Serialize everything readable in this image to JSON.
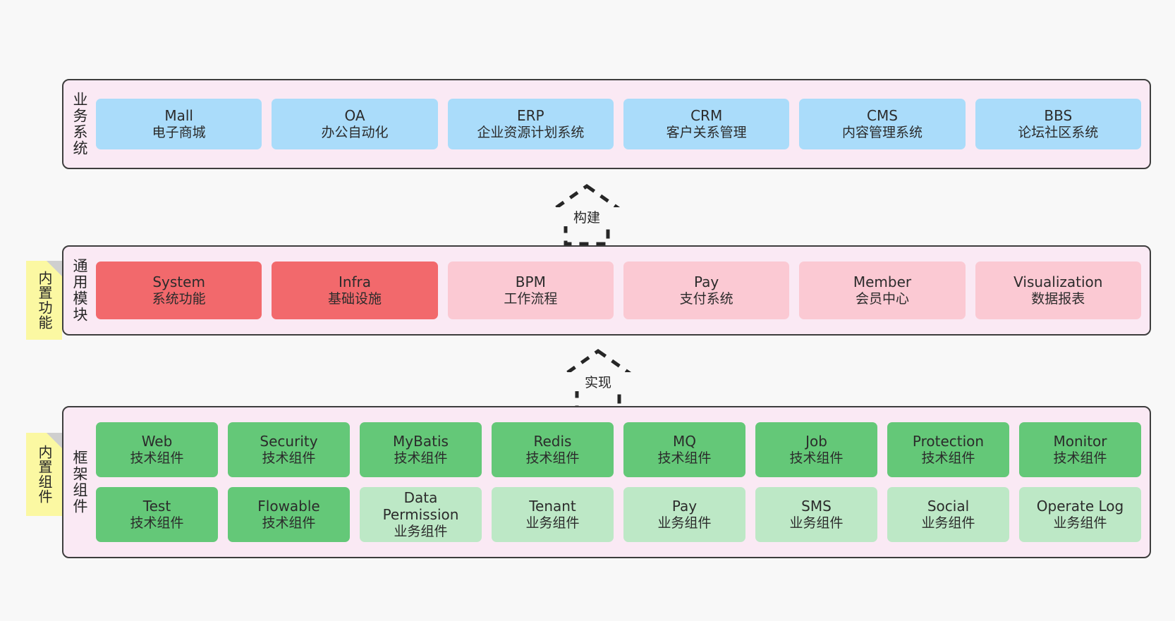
{
  "layers": [
    {
      "id": "business",
      "label": "业务系统",
      "rows": [
        {
          "cells": [
            {
              "en": "Mall",
              "cn": "电子商城",
              "color": "#aadcfa",
              "style": "c-blue"
            },
            {
              "en": "OA",
              "cn": "办公自动化",
              "color": "#aadcfa",
              "style": "c-blue"
            },
            {
              "en": "ERP",
              "cn": "企业资源计划系统",
              "color": "#aadcfa",
              "style": "c-blue"
            },
            {
              "en": "CRM",
              "cn": "客户关系管理",
              "color": "#aadcfa",
              "style": "c-blue"
            },
            {
              "en": "CMS",
              "cn": "内容管理系统",
              "color": "#aadcfa",
              "style": "c-blue"
            },
            {
              "en": "BBS",
              "cn": "论坛社区系统",
              "color": "#aadcfa",
              "style": "c-blue"
            }
          ]
        }
      ]
    },
    {
      "id": "modules",
      "label": "通用模块",
      "sticky": "内置功能",
      "rows": [
        {
          "cells": [
            {
              "en": "System",
              "cn": "系统功能",
              "color": "#f2696c",
              "style": "c-red"
            },
            {
              "en": "Infra",
              "cn": "基础设施",
              "color": "#f2696c",
              "style": "c-red"
            },
            {
              "en": "BPM",
              "cn": "工作流程",
              "color": "#fbc9d3",
              "style": "c-pink"
            },
            {
              "en": "Pay",
              "cn": "支付系统",
              "color": "#fbc9d3",
              "style": "c-pink"
            },
            {
              "en": "Member",
              "cn": "会员中心",
              "color": "#fbc9d3",
              "style": "c-pink"
            },
            {
              "en": "Visualization",
              "cn": "数据报表",
              "color": "#fbc9d3",
              "style": "c-pink"
            }
          ]
        }
      ]
    },
    {
      "id": "framework",
      "label": "框架组件",
      "sticky": "内置组件",
      "rows": [
        {
          "cells": [
            {
              "en": "Web",
              "cn": "技术组件",
              "color": "#64c878",
              "style": "c-green"
            },
            {
              "en": "Security",
              "cn": "技术组件",
              "color": "#64c878",
              "style": "c-green"
            },
            {
              "en": "MyBatis",
              "cn": "技术组件",
              "color": "#64c878",
              "style": "c-green"
            },
            {
              "en": "Redis",
              "cn": "技术组件",
              "color": "#64c878",
              "style": "c-green"
            },
            {
              "en": "MQ",
              "cn": "技术组件",
              "color": "#64c878",
              "style": "c-green"
            },
            {
              "en": "Job",
              "cn": "技术组件",
              "color": "#64c878",
              "style": "c-green"
            },
            {
              "en": "Protection",
              "cn": "技术组件",
              "color": "#64c878",
              "style": "c-green"
            },
            {
              "en": "Monitor",
              "cn": "技术组件",
              "color": "#64c878",
              "style": "c-green"
            }
          ]
        },
        {
          "cells": [
            {
              "en": "Test",
              "cn": "技术组件",
              "color": "#64c878",
              "style": "c-green"
            },
            {
              "en": "Flowable",
              "cn": "技术组件",
              "color": "#64c878",
              "style": "c-green"
            },
            {
              "en": "Data Permission",
              "cn": "业务组件",
              "color": "#bde8c6",
              "style": "c-lgreen"
            },
            {
              "en": "Tenant",
              "cn": "业务组件",
              "color": "#bde8c6",
              "style": "c-lgreen"
            },
            {
              "en": "Pay",
              "cn": "业务组件",
              "color": "#bde8c6",
              "style": "c-lgreen"
            },
            {
              "en": "SMS",
              "cn": "业务组件",
              "color": "#bde8c6",
              "style": "c-lgreen"
            },
            {
              "en": "Social",
              "cn": "业务组件",
              "color": "#bde8c6",
              "style": "c-lgreen"
            },
            {
              "en": "Operate Log",
              "cn": "业务组件",
              "color": "#bde8c6",
              "style": "c-lgreen"
            }
          ]
        }
      ]
    }
  ],
  "arrows": [
    {
      "id": "build",
      "label": "构建"
    },
    {
      "id": "impl",
      "label": "实现"
    }
  ],
  "colors": {
    "background": "#f8f8f8",
    "band_fill": "#fae9f4",
    "band_border": "#3d3d3d",
    "sticky_fill": "#fbf8a2",
    "sticky_fold": "#cfcfcf",
    "blue": "#aadcfa",
    "red": "#f2696c",
    "pink": "#fbc9d3",
    "green": "#64c878",
    "light_green": "#bde8c6",
    "text": "#262626"
  }
}
